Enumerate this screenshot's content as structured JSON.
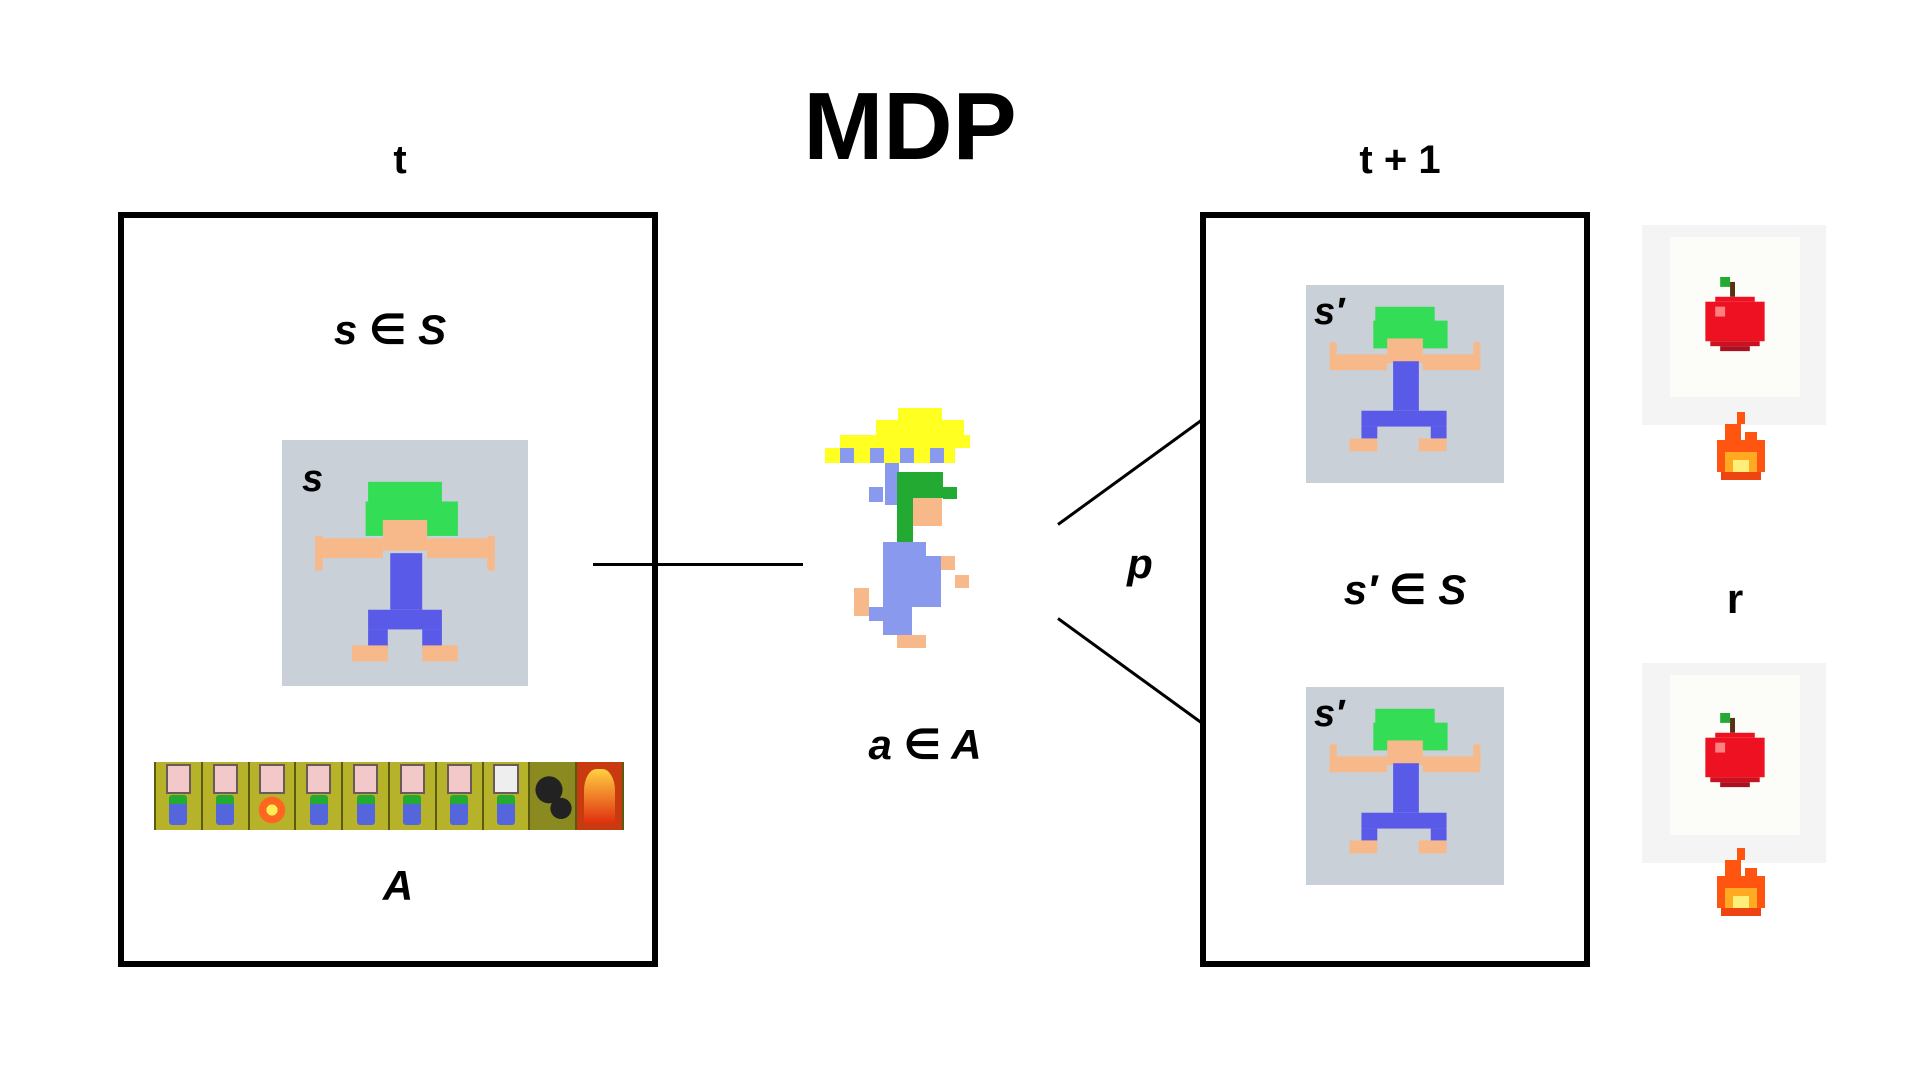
{
  "title": "MDP",
  "time_t": "t",
  "time_t1": "t + 1",
  "state_set_label": "s ∈ S",
  "state_tile_label": "s",
  "action_set_label": "A",
  "action_label": "a ∈ A",
  "transition_label": "p",
  "next_state_tile_label": "s′",
  "next_state_set_label": "s′ ∈ S",
  "reward_label": "r",
  "colors": {
    "frame": "#000000",
    "tile_bg": "#c9d0d8",
    "hair": "#33dd55",
    "skin": "#f7b98a",
    "overalls": "#5a5ae8",
    "umbrella": "#ffff22",
    "apple": "#ee1122"
  },
  "icons": [
    "lemming-icon",
    "floater-lemming-icon",
    "skill-toolbar-icon",
    "apple-icon",
    "fire-icon"
  ]
}
